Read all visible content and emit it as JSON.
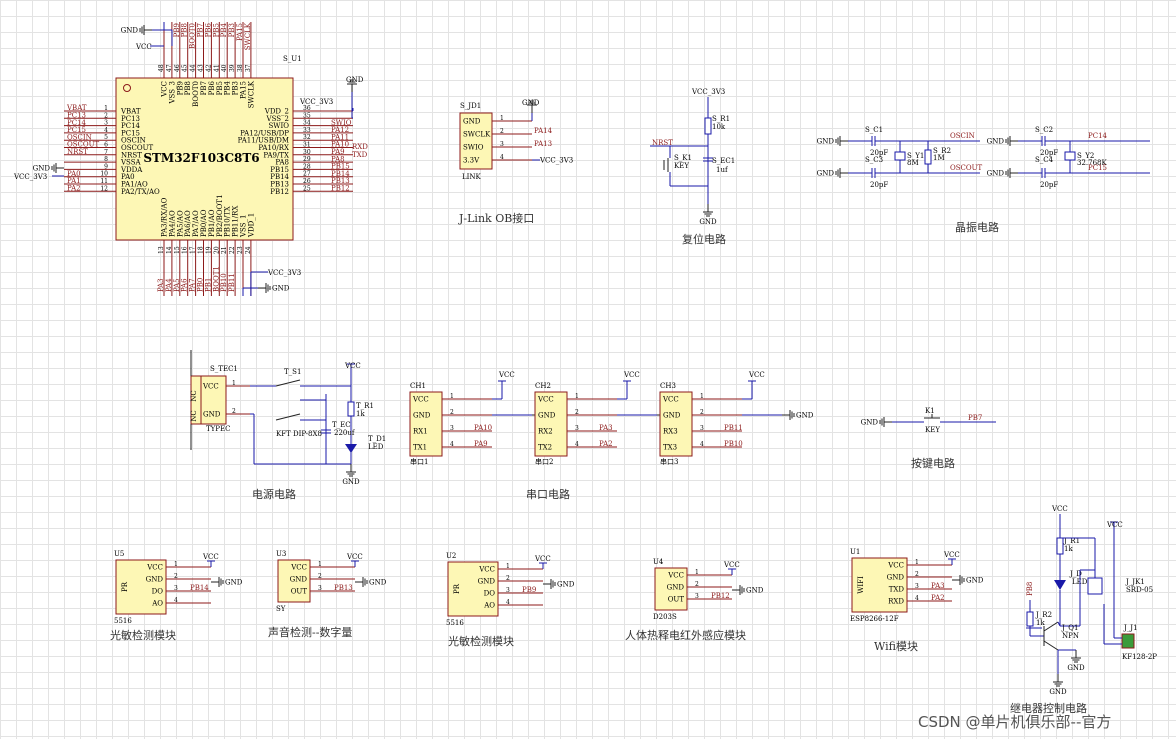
{
  "colors": {
    "wire": "#1a1aa8",
    "pin": "#8c1a1a",
    "chip_fill": "#fdf7b5",
    "grid": "#e3e3e3"
  },
  "mcu": {
    "ref": "S_U1",
    "name": "STM32F103C8T6",
    "top_pins": [
      {
        "n": "48",
        "l": "VCC",
        "net": "VCC"
      },
      {
        "n": "47",
        "l": "VSS_3",
        "net": "GND"
      },
      {
        "n": "46",
        "l": "PB9",
        "net": "PB9"
      },
      {
        "n": "45",
        "l": "PB8",
        "net": "PB8"
      },
      {
        "n": "44",
        "l": "BOOT0",
        "net": "BOOT0"
      },
      {
        "n": "43",
        "l": "PB7",
        "net": "PB7"
      },
      {
        "n": "42",
        "l": "PB6",
        "net": "PB6"
      },
      {
        "n": "41",
        "l": "PB5",
        "net": "PB5"
      },
      {
        "n": "40",
        "l": "PB4",
        "net": "PB4"
      },
      {
        "n": "39",
        "l": "PB3",
        "net": "PB3"
      },
      {
        "n": "38",
        "l": "PA15",
        "net": "PA15"
      },
      {
        "n": "37",
        "l": "SWCLK",
        "net": "SWCLK"
      }
    ],
    "left_pins": [
      {
        "n": "1",
        "l": "VBAT",
        "net": "VBAT"
      },
      {
        "n": "2",
        "l": "PC13",
        "net": "PC13"
      },
      {
        "n": "3",
        "l": "PC14",
        "net": "PC14"
      },
      {
        "n": "4",
        "l": "PC15",
        "net": "PC15"
      },
      {
        "n": "5",
        "l": "OSCIN",
        "net": "OSCIN"
      },
      {
        "n": "6",
        "l": "OSCOUT",
        "net": "OSCOUT"
      },
      {
        "n": "7",
        "l": "NRST",
        "net": "NRST"
      },
      {
        "n": "8",
        "l": "VSSA",
        "net": "GND"
      },
      {
        "n": "9",
        "l": "VDDA",
        "net": "VCC_3V3"
      },
      {
        "n": "10",
        "l": "PA0",
        "net": "PA0"
      },
      {
        "n": "11",
        "l": "PA1/AO",
        "net": "PA1"
      },
      {
        "n": "12",
        "l": "PA2/TX/AO",
        "net": "PA2"
      }
    ],
    "right_pins": [
      {
        "n": "36",
        "l": "VDD_2",
        "net": "VCC_3V3"
      },
      {
        "n": "35",
        "l": "VSS_2",
        "net": ""
      },
      {
        "n": "34",
        "l": "SWIO",
        "net": "SWIO"
      },
      {
        "n": "33",
        "l": "PA12/USB/DP",
        "net": "PA12"
      },
      {
        "n": "32",
        "l": "PA11/USB/DM",
        "net": "PA11"
      },
      {
        "n": "31",
        "l": "PA10/RX",
        "net": "PA10"
      },
      {
        "n": "30",
        "l": "PA9/TX",
        "net": "PA9"
      },
      {
        "n": "29",
        "l": "PA8",
        "net": "PA8"
      },
      {
        "n": "28",
        "l": "PB15",
        "net": "PB15"
      },
      {
        "n": "27",
        "l": "PB14",
        "net": "PB14"
      },
      {
        "n": "26",
        "l": "PB13",
        "net": "PB13"
      },
      {
        "n": "25",
        "l": "PB12",
        "net": "PB12"
      }
    ],
    "bottom_pins": [
      {
        "n": "13",
        "l": "PA3/RX/AO",
        "net": "PA3"
      },
      {
        "n": "14",
        "l": "PA4/AO",
        "net": "PA4"
      },
      {
        "n": "15",
        "l": "PA5/AO",
        "net": "PA5"
      },
      {
        "n": "16",
        "l": "PA6/AO",
        "net": "PA6"
      },
      {
        "n": "17",
        "l": "PA7/AO",
        "net": "PA7"
      },
      {
        "n": "18",
        "l": "PB0/AO",
        "net": "PB0"
      },
      {
        "n": "19",
        "l": "PB1/AO",
        "net": "PB1"
      },
      {
        "n": "20",
        "l": "PB2/BOOT1",
        "net": "BOOT1"
      },
      {
        "n": "21",
        "l": "PB10/TX",
        "net": "PB10"
      },
      {
        "n": "22",
        "l": "PB11/RX",
        "net": "PB11"
      },
      {
        "n": "23",
        "l": "VSS_1",
        "net": ""
      },
      {
        "n": "24",
        "l": "VDD_1",
        "net": ""
      }
    ],
    "power_labels": {
      "gnd": "GND",
      "vcc": "VCC",
      "vcc3v3": "VCC_3V3",
      "vddc": "VCC_3V3",
      "bot_gnd": "GND",
      "vcc_left": "VCC_3V3",
      "rx": "RXD",
      "tx": "TXD"
    }
  },
  "jlink": {
    "ref": "S_JD1",
    "foot": "LINK",
    "title": "J-Link OB接口",
    "pins": [
      {
        "n": "1",
        "l": "GND",
        "net": "GND"
      },
      {
        "n": "2",
        "l": "SWCLK",
        "net": "PA14"
      },
      {
        "n": "3",
        "l": "SWIO",
        "net": "PA13"
      },
      {
        "n": "4",
        "l": "3.3V",
        "net": "VCC_3V3"
      }
    ]
  },
  "reset": {
    "title": "复位电路",
    "vcc": "VCC_3V3",
    "r_ref": "S_R1",
    "r_val": "10k",
    "sw_ref": "S_K1",
    "sw_val": "KEY",
    "c_ref": "S_EC1",
    "c_val": "1uf",
    "net": "NRST",
    "gnd": "GND"
  },
  "crystal": {
    "title": "晶振电路",
    "hs": {
      "c1": "S_C1",
      "c3": "S_C3",
      "y": "S_Y1",
      "yv": "8M",
      "r": "S_R2",
      "rv": "1M",
      "cv": "20pF",
      "in": "OSCIN",
      "out": "OSCOUT",
      "gnd": "GND"
    },
    "ls": {
      "c2": "S_C2",
      "c4": "S_C4",
      "y": "S_Y2",
      "yv": "32.768K",
      "cv": "20pF",
      "in": "PC14",
      "out": "PC15",
      "gnd": "GND"
    }
  },
  "power": {
    "title": "电源电路",
    "usb_ref": "S_TEC1",
    "usb_type": "TYPEC",
    "usb_pins": [
      {
        "l": "VCC",
        "n": "1"
      },
      {
        "l": "GND",
        "n": "2"
      }
    ],
    "nc": "NC",
    "sw_ref": "T_S1",
    "sw_val": "KFT DIP-8X8",
    "vcc": "VCC",
    "r_ref": "T_R1",
    "r_val": "1k",
    "c_ref": "T_EC",
    "c_val": "220uf",
    "led_ref": "T_D1",
    "led_val": "LED",
    "gnd": "GND"
  },
  "serial": {
    "title": "串口电路",
    "ports": [
      {
        "ref": "CH1",
        "foot": "串口1",
        "pins": [
          "VCC",
          "GND",
          "RX1",
          "TX1"
        ],
        "nets": [
          "VCC",
          "GND",
          "PA10",
          "PA9"
        ]
      },
      {
        "ref": "CH2",
        "foot": "串口2",
        "pins": [
          "VCC",
          "GND",
          "RX2",
          "TX2"
        ],
        "nets": [
          "VCC",
          "GND",
          "PA3",
          "PA2"
        ]
      },
      {
        "ref": "CH3",
        "foot": "串口3",
        "pins": [
          "VCC",
          "GND",
          "RX3",
          "TX3"
        ],
        "nets": [
          "VCC",
          "GND",
          "PB11",
          "PB10"
        ]
      }
    ]
  },
  "key": {
    "title": "按键电路",
    "ref": "K1",
    "val": "KEY",
    "gnd": "GND",
    "net": "PB7"
  },
  "modules": [
    {
      "ref": "U5",
      "foot": "5516",
      "icon": "PR",
      "title": "光敏检测模块",
      "pins": [
        "VCC",
        "GND",
        "DO",
        "AO"
      ],
      "nets": [
        "VCC",
        "GND",
        "PB14",
        ""
      ]
    },
    {
      "ref": "U3",
      "foot": "SY",
      "icon": "",
      "title": "声音检测--数字量",
      "pins": [
        "VCC",
        "GND",
        "OUT"
      ],
      "nets": [
        "VCC",
        "GND",
        "PB13"
      ]
    },
    {
      "ref": "U2",
      "foot": "5516",
      "icon": "PR",
      "title": "光敏检测模块",
      "pins": [
        "VCC",
        "GND",
        "DO",
        "AO"
      ],
      "nets": [
        "VCC",
        "GND",
        "PB9",
        ""
      ]
    },
    {
      "ref": "U4",
      "foot": "D203S",
      "icon": "",
      "title": "人体热释电红外感应模块",
      "pins": [
        "VCC",
        "GND",
        "OUT"
      ],
      "nets": [
        "VCC",
        "GND",
        "PB12"
      ]
    },
    {
      "ref": "U1",
      "foot": "ESP8266-12F",
      "icon": "WIFI",
      "title": "Wifi模块",
      "pins": [
        "VCC",
        "GND",
        "TXD",
        "RXD"
      ],
      "nets": [
        "VCC",
        "GND",
        "PA3",
        "PA2"
      ]
    }
  ],
  "relay": {
    "title": "继电器控制电路",
    "vcc": "VCC",
    "r1": "J_R1",
    "r1v": "1k",
    "d": "J_D",
    "dv": "LED",
    "r2": "J_R2",
    "r2v": "1k",
    "q": "J_Q1",
    "qv": "NPN",
    "jk": "J_JK1",
    "jkv": "SRD-05",
    "j1": "J_J1",
    "j1v": "KF128-2P",
    "net": "PB8",
    "gnd": "GND"
  },
  "watermark": "CSDN @单片机俱乐部--官方"
}
